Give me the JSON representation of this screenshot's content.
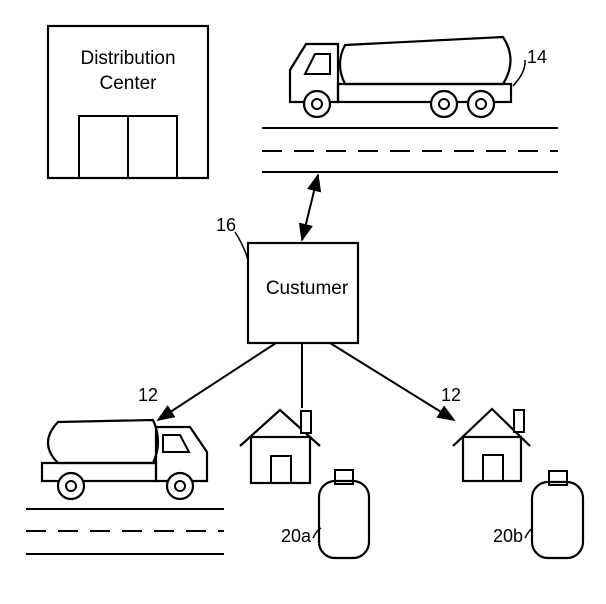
{
  "diagram": {
    "distribution_center": {
      "line1": "Distribution",
      "line2": "Center"
    },
    "customer": {
      "label": "Custumer",
      "ref": "16"
    },
    "tanker_top": {
      "ref": "14"
    },
    "tanker_bottom": {
      "ref": "12"
    },
    "house_right": {
      "ref": "12"
    },
    "tank_left": {
      "ref": "20a"
    },
    "tank_right": {
      "ref": "20b"
    }
  }
}
